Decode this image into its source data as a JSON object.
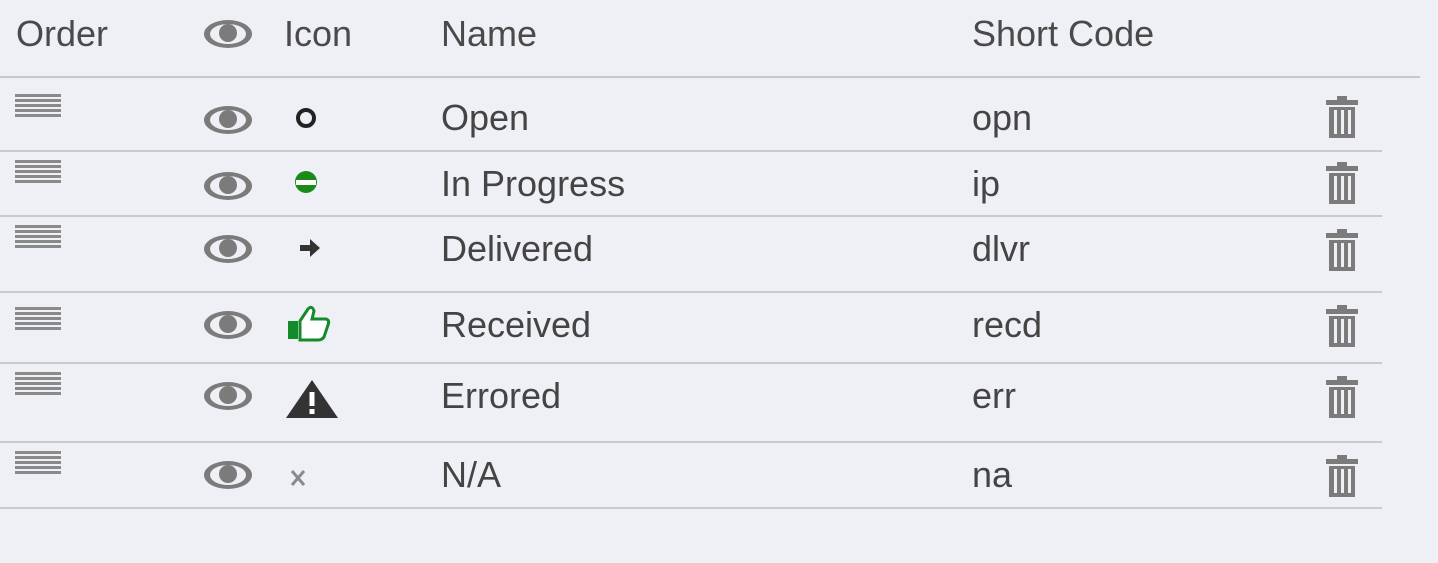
{
  "columns": {
    "order": "Order",
    "visible_icon": "eye-icon",
    "icon": "Icon",
    "name": "Name",
    "short_code": "Short Code"
  },
  "rows": [
    {
      "icon": "open-circle-icon",
      "name": "Open",
      "short_code": "opn",
      "icon_color": "#222222"
    },
    {
      "icon": "in-progress-half-circle-icon",
      "name": "In Progress",
      "short_code": "ip",
      "icon_color": "#1a8a1a"
    },
    {
      "icon": "arrow-right-icon",
      "name": "Delivered",
      "short_code": "dlvr",
      "icon_color": "#333333"
    },
    {
      "icon": "thumbs-up-icon",
      "name": "Received",
      "short_code": "recd",
      "icon_color": "#138a2b"
    },
    {
      "icon": "warning-triangle-icon",
      "name": "Errored",
      "short_code": "err",
      "icon_color": "#333333"
    },
    {
      "icon": "x-mark-icon",
      "name": "N/A",
      "short_code": "na",
      "icon_color": "#8a8a8a"
    }
  ],
  "colors": {
    "background": "#eff0f5",
    "divider": "#c9cacf",
    "icon_gray": "#7b7b7b"
  }
}
